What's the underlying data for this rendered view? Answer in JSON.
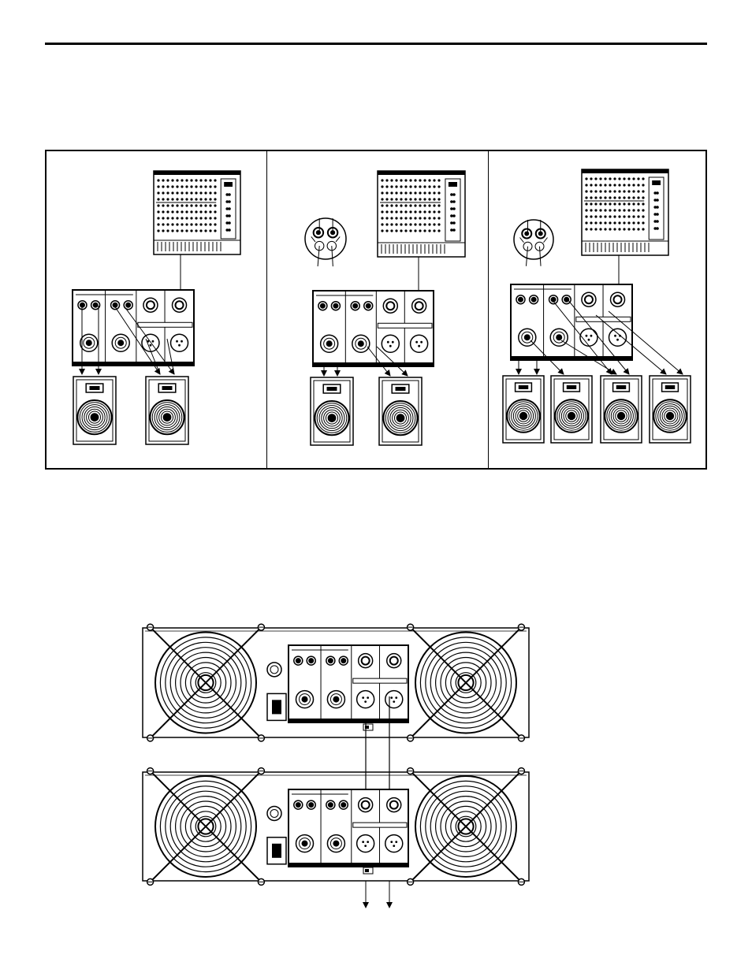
{
  "page": {
    "background": "#ffffff",
    "ink": "#000000"
  },
  "diagram_panels": [
    {
      "id": "panel-1",
      "speakers": 2,
      "has_speakon_plug": false
    },
    {
      "id": "panel-2",
      "speakers": 2,
      "has_speakon_plug": true
    },
    {
      "id": "panel-3",
      "speakers": 4,
      "has_speakon_plug": true
    }
  ],
  "daisy_chain": {
    "amplifiers": 2,
    "output_arrows": 2
  },
  "icons": [
    "mixer-console-icon",
    "amplifier-rear-panel-icon",
    "speaker-cabinet-icon",
    "speakon-plug-icon",
    "cooling-fan-icon",
    "power-inlet-icon"
  ]
}
